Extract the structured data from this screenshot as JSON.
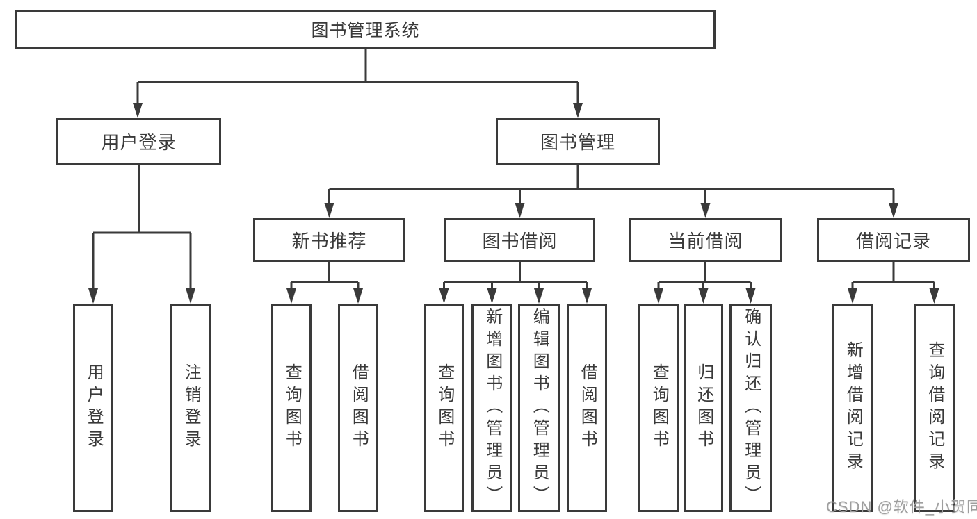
{
  "diagram_title": "图书管理系统",
  "nodes": {
    "root": {
      "label": "图书管理系统"
    },
    "user_login_branch": {
      "label": "用户登录"
    },
    "login": {
      "label": "用户登录"
    },
    "logout": {
      "label": "注销登录"
    },
    "book_mgmt": {
      "label": "图书管理"
    },
    "new_book_rec": {
      "label": "新书推荐"
    },
    "nb_query_book": {
      "label": "查询图书"
    },
    "nb_borrow_book": {
      "label": "借阅图书"
    },
    "book_borrow": {
      "label": "图书借阅"
    },
    "bb_query_book": {
      "label": "查询图书"
    },
    "bb_add_book": {
      "label": "新增图书（管理员）"
    },
    "bb_edit_book": {
      "label": "编辑图书（管理员）"
    },
    "bb_borrow_book": {
      "label": "借阅图书"
    },
    "current_borrow": {
      "label": "当前借阅"
    },
    "cb_query_book": {
      "label": "查询图书"
    },
    "cb_return_book": {
      "label": "归还图书"
    },
    "cb_confirm_return": {
      "label": "确认归还（管理员）"
    },
    "borrow_records": {
      "label": "借阅记录"
    },
    "br_add_record": {
      "label": "新增借阅记录"
    },
    "br_query_record": {
      "label": "查询借阅记录"
    }
  },
  "structure": {
    "root": [
      "user_login_branch",
      "book_mgmt"
    ],
    "user_login_branch": [
      "login",
      "logout"
    ],
    "book_mgmt": [
      "new_book_rec",
      "book_borrow",
      "current_borrow",
      "borrow_records"
    ],
    "new_book_rec": [
      "nb_query_book",
      "nb_borrow_book"
    ],
    "book_borrow": [
      "bb_query_book",
      "bb_add_book",
      "bb_edit_book",
      "bb_borrow_book"
    ],
    "current_borrow": [
      "cb_query_book",
      "cb_return_book",
      "cb_confirm_return"
    ],
    "borrow_records": [
      "br_add_record",
      "br_query_record"
    ]
  },
  "watermark": "CSDN @软件_小贺同学",
  "colors": {
    "line": "#3a3a3a",
    "text": "#3a3a3a",
    "watermark": "#9e9e9e",
    "background": "#ffffff"
  }
}
